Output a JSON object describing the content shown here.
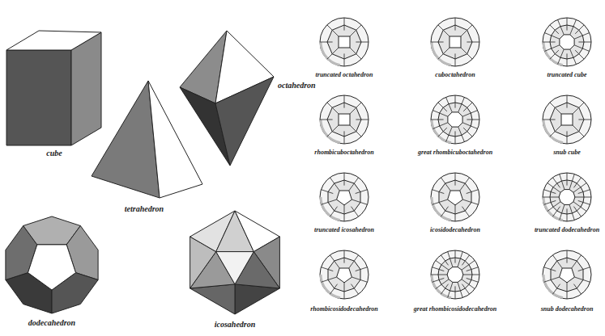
{
  "diagram": {
    "labels": [
      "cube",
      "tetrahedron",
      "octahedron",
      "dodecahedron",
      "icosahedron",
      "truncated octahedron",
      "cuboctahedron",
      "truncated cube",
      "rhombicuboctahedron",
      "great rhombicuboctahedron",
      "snub cube",
      "truncated icosahedron",
      "icosidodecahedron",
      "truncated dodecahedron",
      "rhombicosidodecahedron",
      "great rhombicosidodecahedron",
      "snub dodecahedron"
    ]
  }
}
